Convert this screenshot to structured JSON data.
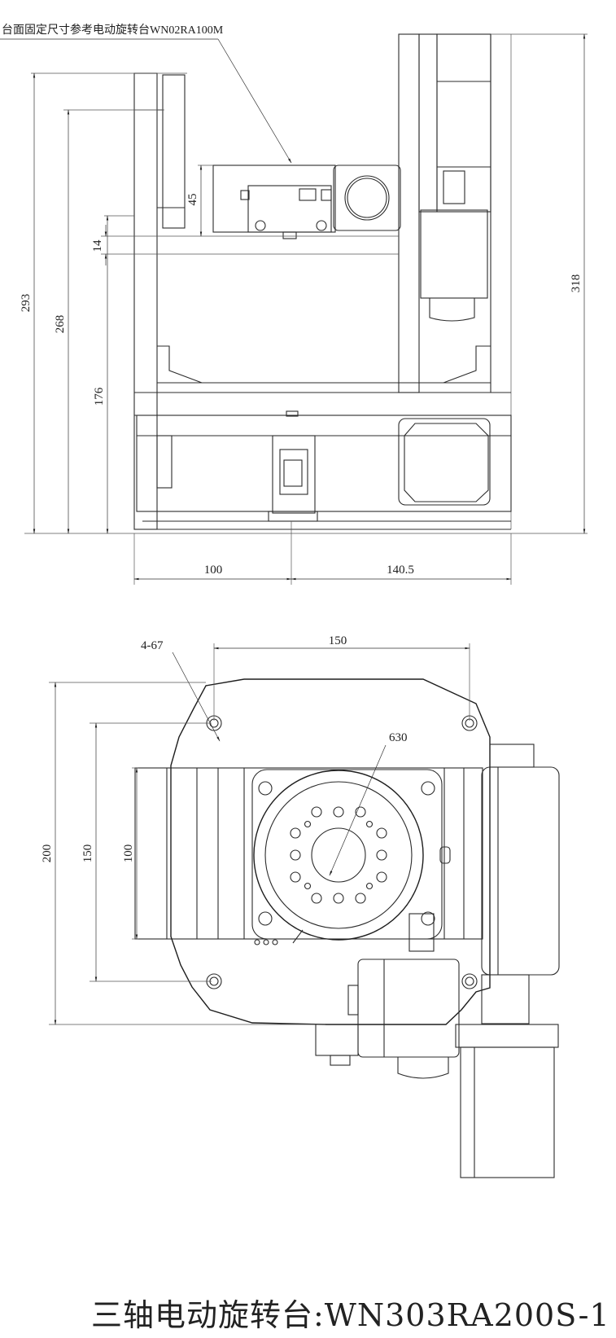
{
  "top_view": {
    "note": "台面固定尺寸参考电动旋转台WN02RA100M",
    "dims": {
      "d293": "293",
      "d268": "268",
      "d176": "176",
      "d14": "14",
      "d45": "45",
      "d318": "318",
      "d100": "100",
      "d140": "140.5"
    }
  },
  "bottom_view": {
    "holes_label": "4-67",
    "dims": {
      "w150": "150",
      "d630": "630",
      "h200": "200",
      "h150": "150",
      "h100": "100"
    }
  },
  "caption": "三轴电动旋转台:WN303RA200S-1"
}
